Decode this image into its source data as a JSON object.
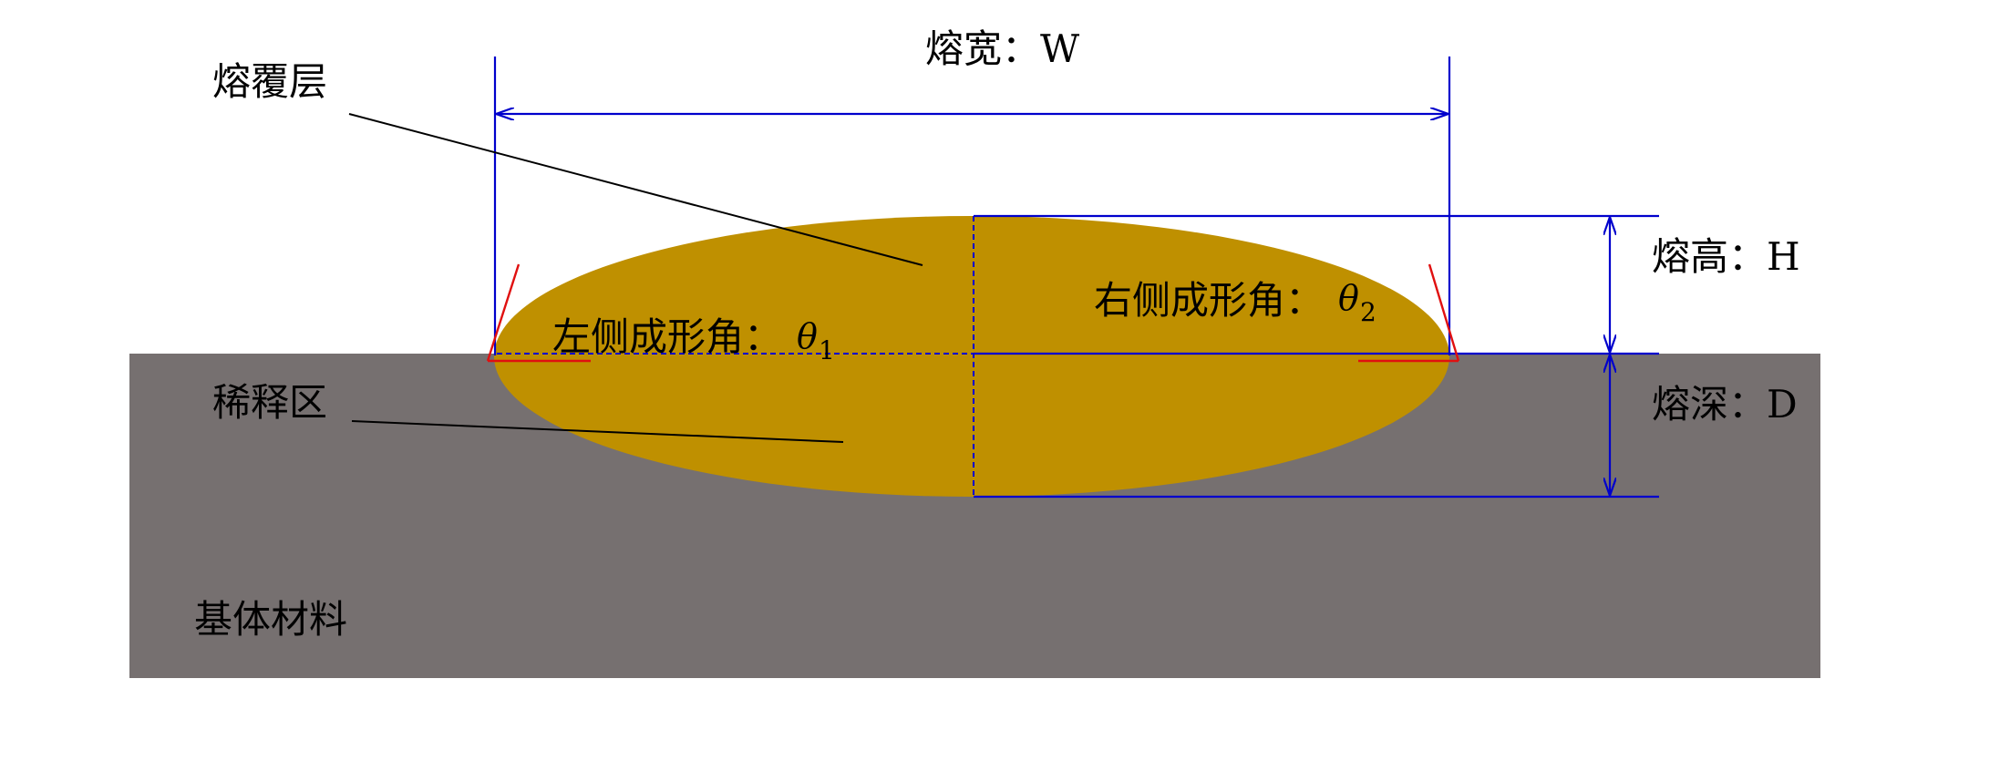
{
  "labels": {
    "cladding_layer": "熔覆层",
    "dilution_zone": "稀释区",
    "base_material": "基体材料",
    "width": "熔宽：W",
    "height": "熔高：H",
    "depth": "熔深：D",
    "left_angle": "左侧成形角：",
    "left_angle_symbol": "θ",
    "left_angle_subscript": "1",
    "right_angle": "右侧成形角：",
    "right_angle_symbol": "θ",
    "right_angle_subscript": "2"
  },
  "colors": {
    "background": "#ffffff",
    "substrate": "#767070",
    "cladding": "#bf9000",
    "dimension_line": "#0000cc",
    "angle_line": "#e01010",
    "leader_line": "#000000",
    "text": "#000000"
  }
}
